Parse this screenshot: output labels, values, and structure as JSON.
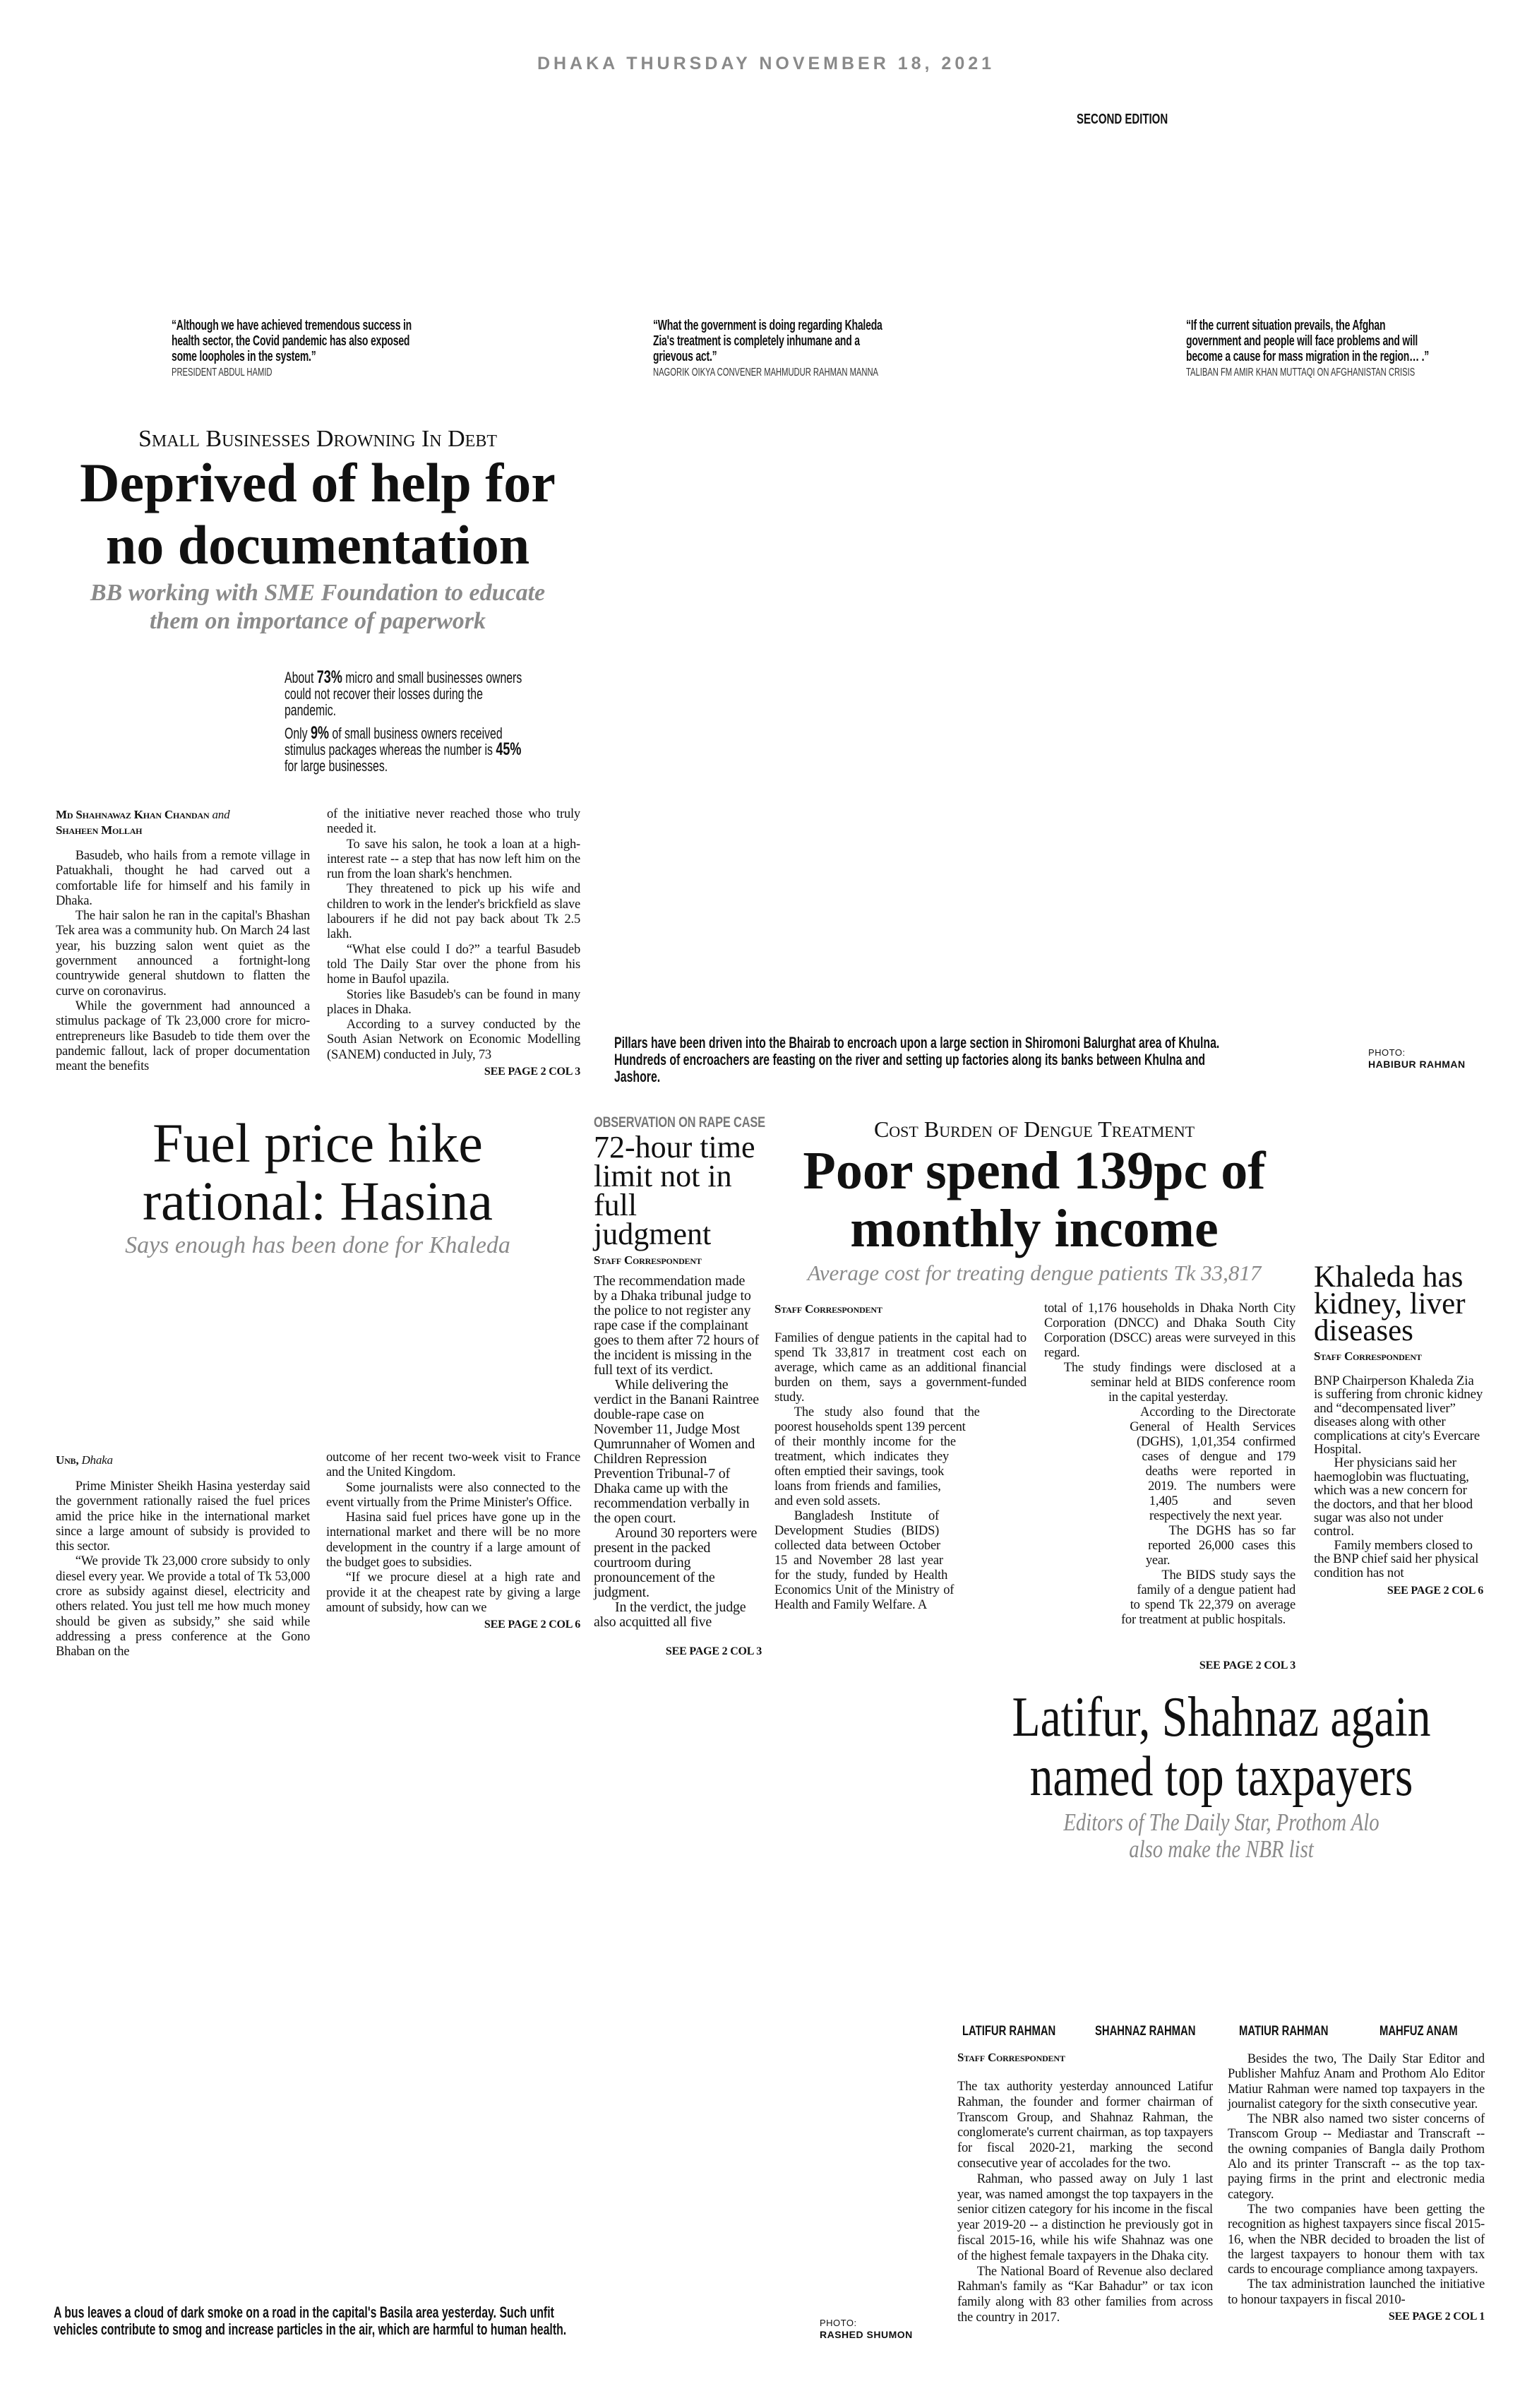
{
  "masthead": {
    "dateline": "DHAKA THURSDAY NOVEMBER 18, 2021",
    "edition": "SECOND EDITION"
  },
  "quotes": [
    {
      "text": "“Although we have achieved tremendous success in health sector, the Covid pandemic has also exposed some loopholes in the system.”",
      "by": "PRESIDENT ABDUL HAMID"
    },
    {
      "text": "“What the government is doing regarding Khaleda Zia's treatment is completely inhumane and a grievous act.”",
      "by": "NAGORIK OIKYA CONVENER MAHMUDUR RAHMAN MANNA"
    },
    {
      "text": "“If the current situation prevails, the Afghan government and people will face problems and will become a cause for mass migration in the region… .”",
      "by": "TALIBAN FM AMIR KHAN MUTTAQI ON AFGHANISTAN CRISIS"
    }
  ],
  "deprived": {
    "kicker": "Small Businesses Drowning In Debt",
    "headline1": "Deprived of help for",
    "headline2": "no documentation",
    "sub1": "BB working with SME Foundation to educate",
    "sub2": "them on importance of paperwork",
    "stats": [
      {
        "pre": "About ",
        "num": "73%",
        "post": " micro and small businesses owners could not recover their losses during the pandemic."
      },
      {
        "pre": "Only ",
        "num": "9%",
        "mid": " of small business owners received stimulus packages whereas the number is ",
        "num2": "45%",
        "post": " for large businesses."
      }
    ],
    "byline1": "Md Shahnawaz Khan Chandan",
    "byline_and": "and",
    "byline2": "Shaheen Mollah",
    "col1": [
      "Basudeb, who hails from a remote village in Patuakhali, thought he had carved out a comfortable life for himself and his family in Dhaka.",
      "The hair salon he ran in the capital's Bhashan Tek area was a community hub. On March 24 last year, his buzzing salon went quiet as the government announced a fortnight-long countrywide general shutdown to flatten the curve on coronavirus.",
      "While the government had announced a stimulus package of Tk 23,000 crore for micro-entrepreneurs like Basudeb to tide them over the pandemic fallout, lack of proper documentation meant the benefits"
    ],
    "col2": [
      "of the initiative never reached those who truly needed it.",
      "To save his salon, he took a loan at a high-interest rate -- a step that has now left him on the run from the loan shark's henchmen.",
      "They threatened to pick up his wife and children to work in the lender's brickfield as slave labourers if he did not pay back about Tk 2.5 lakh.",
      "“What else could I do?” a tearful Basudeb told The Daily Star over the phone from his home in Baufol upazila.",
      "Stories like Basudeb's can be found in many places in Dhaka.",
      "According to a survey conducted by the South Asian Network on Economic Modelling (SANEM) conducted in July, 73"
    ],
    "jump": "SEE PAGE 2 COL 3"
  },
  "photo1": {
    "caption": "Pillars have been driven into the Bhairab to encroach upon a large section in Shiromoni Balurghat area of Khulna. Hundreds of encroachers are feasting on the river and setting up factories along its banks between Khulna and Jashore.",
    "credit_label": "PHOTO:",
    "credit_name": "HABIBUR RAHMAN"
  },
  "fuel": {
    "headline1": "Fuel price hike",
    "headline2": "rational: Hasina",
    "sub": "Says enough has been done for Khaleda",
    "byline": "Unb,",
    "dateline": "Dhaka",
    "col1": [
      "Prime Minister Sheikh Hasina yesterday said the government rationally raised the fuel prices amid the price hike in the international market since a large amount of subsidy is provided to this sector.",
      "“We provide Tk 23,000 crore subsidy to only diesel every year. We provide a total of Tk 53,000 crore as subsidy against diesel, electricity and others related. You just tell me how much money should be given as subsidy,” she said while addressing a press conference at the Gono Bhaban on the"
    ],
    "col2": [
      "outcome of her recent two-week visit to France and the United Kingdom.",
      "Some journalists were also connected to the event virtually from the Prime Minister's Office.",
      "Hasina said fuel prices have gone up in the international market and there will be no more development in the country if a large amount of the budget goes to subsidies.",
      "“If we procure diesel at a high rate and provide it at the cheapest rate by giving a large amount of subsidy, how can we"
    ],
    "jump": "SEE PAGE 2 COL 6"
  },
  "rape": {
    "kicker": "OBSERVATION ON RAPE CASE",
    "headline": "72-hour time limit not in full judgment",
    "byline": "Staff Correspondent",
    "paras": [
      "The recommendation made by a Dhaka tribunal judge to the police to not register any rape case if the complainant goes to them after 72 hours of the incident is missing in the full text of its verdict.",
      "While delivering the verdict in the Banani Raintree double-rape case on November 11, Judge Most Qumrunnaher of Women and Children Repression Prevention Tribunal-7 of Dhaka came up with the recommendation verbally in the open court.",
      "Around 30 reporters were present in the packed courtroom during pronouncement of the judgment.",
      "In the verdict, the judge also acquitted all five"
    ],
    "jump": "SEE PAGE 2 COL 3"
  },
  "dengue": {
    "kicker": "Cost Burden of Dengue Treatment",
    "headline1": "Poor spend 139pc of",
    "headline2": "monthly income",
    "sub": "Average cost for treating dengue patients Tk 33,817",
    "byline": "Staff Correspondent",
    "col1": [
      "Families of dengue patients in the capital had to spend Tk 33,817 in treatment cost each on average, which came as an additional financial burden on them, says a government-funded study.",
      "The study also found that the poorest households spent 139 percent of their monthly income for the treatment, which indicates they often emptied their savings, took loans from friends and families, and even sold assets.",
      "Bangladesh Institute of Development Studies (BIDS) collected data between October 15 and November 28 last year for the study, funded by Health Economics Unit of the Ministry of Health and Family Welfare. A"
    ],
    "col2": [
      "total of 1,176 households in Dhaka North City Corporation (DNCC) and Dhaka South City Corporation (DSCC) areas were surveyed in this regard.",
      "The study findings were disclosed at a seminar held at BIDS conference room in the capital yesterday.",
      "According to the Directorate General of Health Services (DGHS), 1,01,354 confirmed cases of dengue and 179 deaths were reported in 2019. The numbers were 1,405 and seven respectively the next year.",
      "The DGHS has so far reported 26,000 cases this year.",
      "The BIDS study says the family of a dengue patient had to spend Tk 22,379 on average for treatment at public hospitals."
    ],
    "jump": "SEE PAGE 2 COL 3"
  },
  "khaleda": {
    "headline": "Khaleda has kidney, liver diseases",
    "byline": "Staff Correspondent",
    "paras": [
      "BNP Chairperson Khaleda Zia is suffering from chronic kidney and “decompensated liver” diseases along with other complications at city's Evercare Hospital.",
      "Her physicians said her haemoglobin was fluctuating, which was a new concern for the doctors, and that her blood sugar was also not under control.",
      "Family members closed to the BNP chief said her physical condition has not"
    ],
    "jump": "SEE PAGE 2 COL 6"
  },
  "taxpayers": {
    "headline1": "Latifur, Shahnaz again",
    "headline2": "named top taxpayers",
    "sub1": "Editors of The Daily Star, Prothom Alo",
    "sub2": "also make the NBR list",
    "names": [
      "LATIFUR RAHMAN",
      "SHAHNAZ RAHMAN",
      "MATIUR RAHMAN",
      "MAHFUZ ANAM"
    ],
    "byline": "Staff Correspondent",
    "col1": [
      "The tax authority yesterday announced Latifur Rahman, the founder and former chairman of Transcom Group, and Shahnaz Rahman, the conglomerate's current chairman, as top taxpayers for fiscal 2020-21, marking the second consecutive year of accolades for the two.",
      "Rahman, who passed away on July 1 last year, was named amongst the top taxpayers in the senior citizen category for his income in the fiscal year 2019-20 -- a distinction he previously got in fiscal 2015-16, while his wife Shahnaz was one of the highest female taxpayers in the Dhaka city.",
      "The National Board of Revenue also declared Rahman's family as “Kar Bahadur” or tax icon family along with 83 other families from across the country in 2017."
    ],
    "col2": [
      "Besides the two, The Daily Star Editor and Publisher Mahfuz Anam and Prothom Alo Editor Matiur Rahman were named top taxpayers in the journalist category for the sixth consecutive year.",
      "The NBR also named two sister concerns of Transcom Group -- Mediastar and Transcraft -- the owning companies of Bangla daily Prothom Alo and its printer Transcraft -- as the top tax-paying firms in the print and electronic media category.",
      "The two companies have been getting the recognition as highest taxpayers since fiscal 2015-16, when the NBR decided to broaden the list of the largest taxpayers to honour them with tax cards to encourage compliance among taxpayers.",
      "The tax administration launched the initiative to honour taxpayers in fiscal 2010-"
    ],
    "jump": "SEE PAGE 2 COL 1"
  },
  "photo2": {
    "caption": "A bus leaves a cloud of dark smoke on a road in the capital's Basila  area yesterday. Such unfit vehicles contribute to smog and increase particles in the air, which are harmful to human health.",
    "credit_label": "PHOTO:",
    "credit_name": "RASHED SHUMON"
  }
}
